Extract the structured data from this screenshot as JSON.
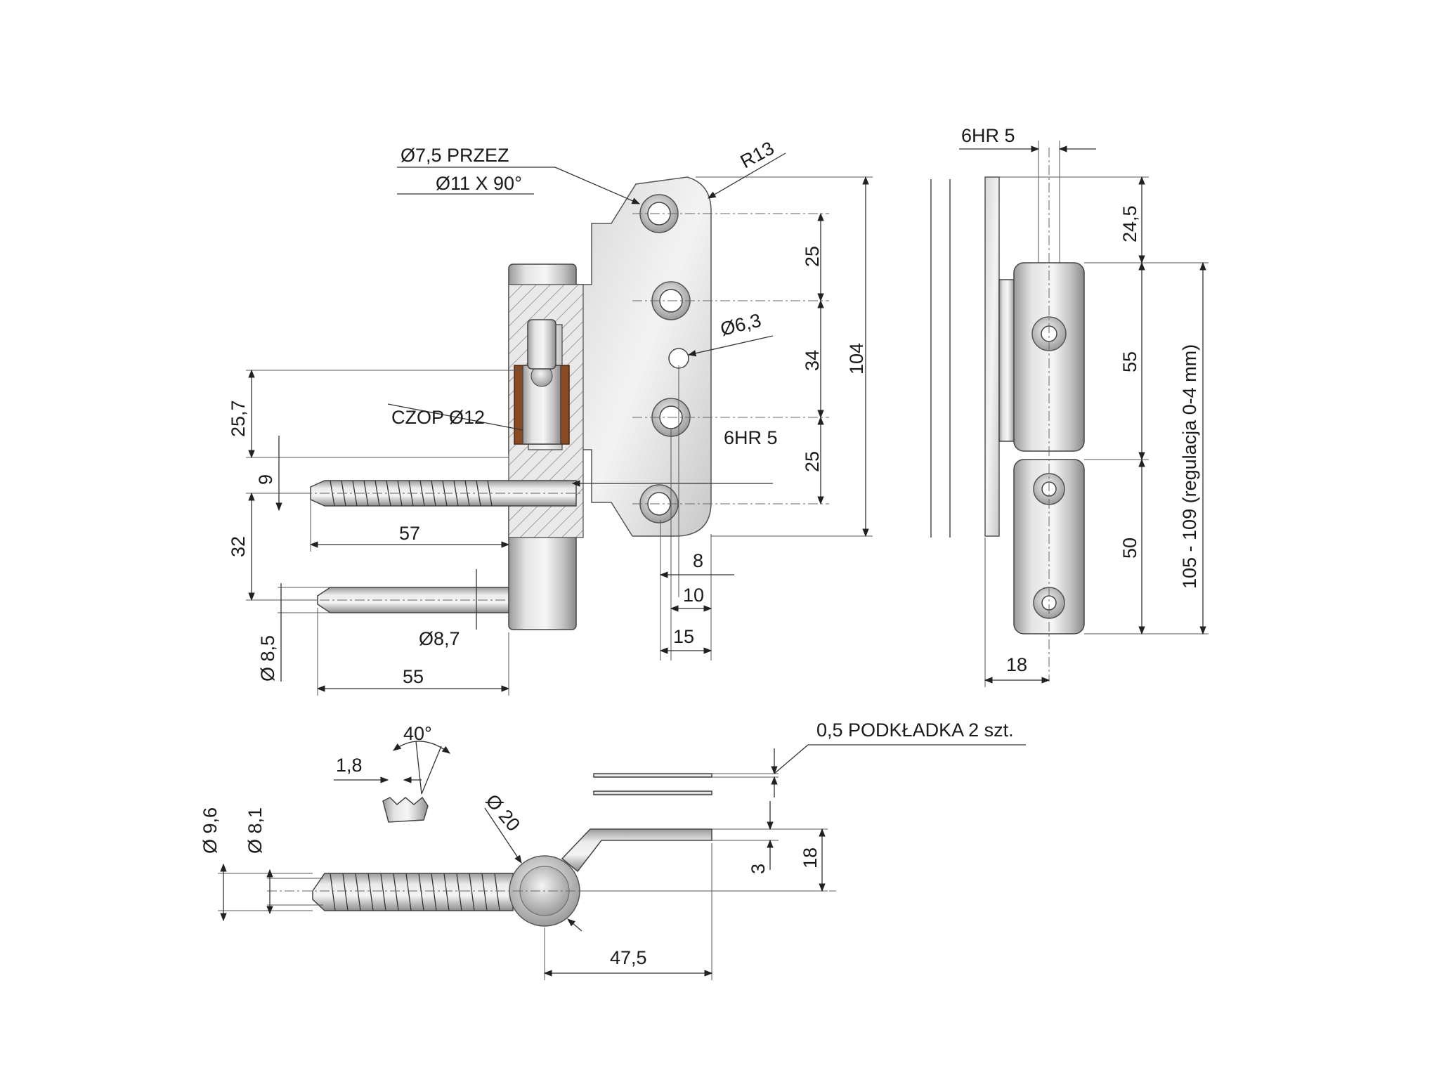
{
  "labels": {
    "hole_through": "Ø7,5  PRZEZ",
    "hole_countersink": "Ø11 X 90°",
    "radius": "R13",
    "dim_25_top": "25",
    "dim_34": "34",
    "dim_25_bottom": "25",
    "dim_104": "104",
    "hole_small": "Ø6,3",
    "hex_front": "6HR 5",
    "pin_label": "CZOP Ø12",
    "dim_25_7": "25,7",
    "dim_9": "9",
    "dim_32": "32",
    "dim_57": "57",
    "dim_55_pin": "55",
    "dim_d8_5": "Ø 8,5",
    "dim_d8_7": "Ø8,7",
    "dim_8": "8",
    "dim_10": "10",
    "dim_15": "15",
    "hex_side": "6HR 5",
    "dim_24_5": "24,5",
    "dim_55_side": "55",
    "dim_50": "50",
    "dim_range": "105 - 109 (regulacja 0-4 mm)",
    "dim_18_side": "18",
    "thread_angle": "40°",
    "thread_pitch": "1,8",
    "washer_label": "0,5  PODKŁADKA 2 szt.",
    "dim_d9_6": "Ø 9,6",
    "dim_d8_1": "Ø 8,1",
    "dim_d20": "Ø 20",
    "dim_3": "3",
    "dim_18_top": "18",
    "dim_47_5": "47,5"
  },
  "colors": {
    "metal_light": "#f2f2f2",
    "metal_mid": "#c9c9c9",
    "metal_dark": "#8e8e8e",
    "bushing": "#8a4a22",
    "line": "#333333"
  }
}
